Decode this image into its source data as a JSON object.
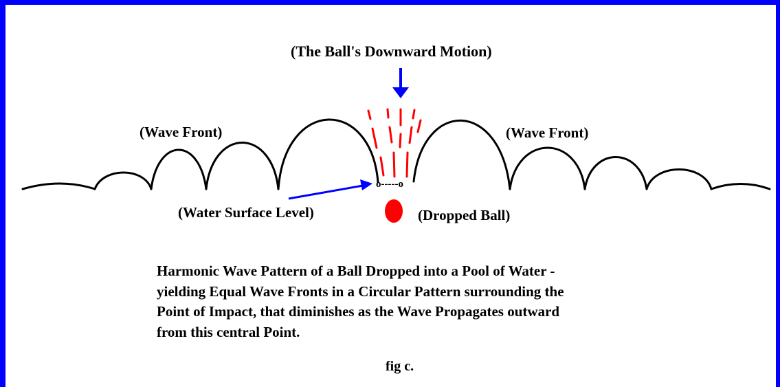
{
  "labels": {
    "downward_motion": "(The Ball's Downward Motion)",
    "wave_front_left": "(Wave Front)",
    "wave_front_right": "(Wave Front)",
    "water_surface": "(Water Surface Level)",
    "dropped_ball": "(Dropped Ball)",
    "impact_marker": "o-----o"
  },
  "caption": {
    "line1": "Harmonic Wave Pattern of a Ball Dropped into a Pool of Water -",
    "line2": "yielding Equal Wave Fronts in a Circular Pattern surrounding the",
    "line3": "Point of Impact, that diminishes as the Wave Propagates outward",
    "line4": "from this central Point."
  },
  "figure_label": "fig c.",
  "colors": {
    "border": "#0000ff",
    "arrow": "#0000ff",
    "splash": "#ff0000",
    "ball": "#ff0000",
    "wave": "#000000"
  }
}
